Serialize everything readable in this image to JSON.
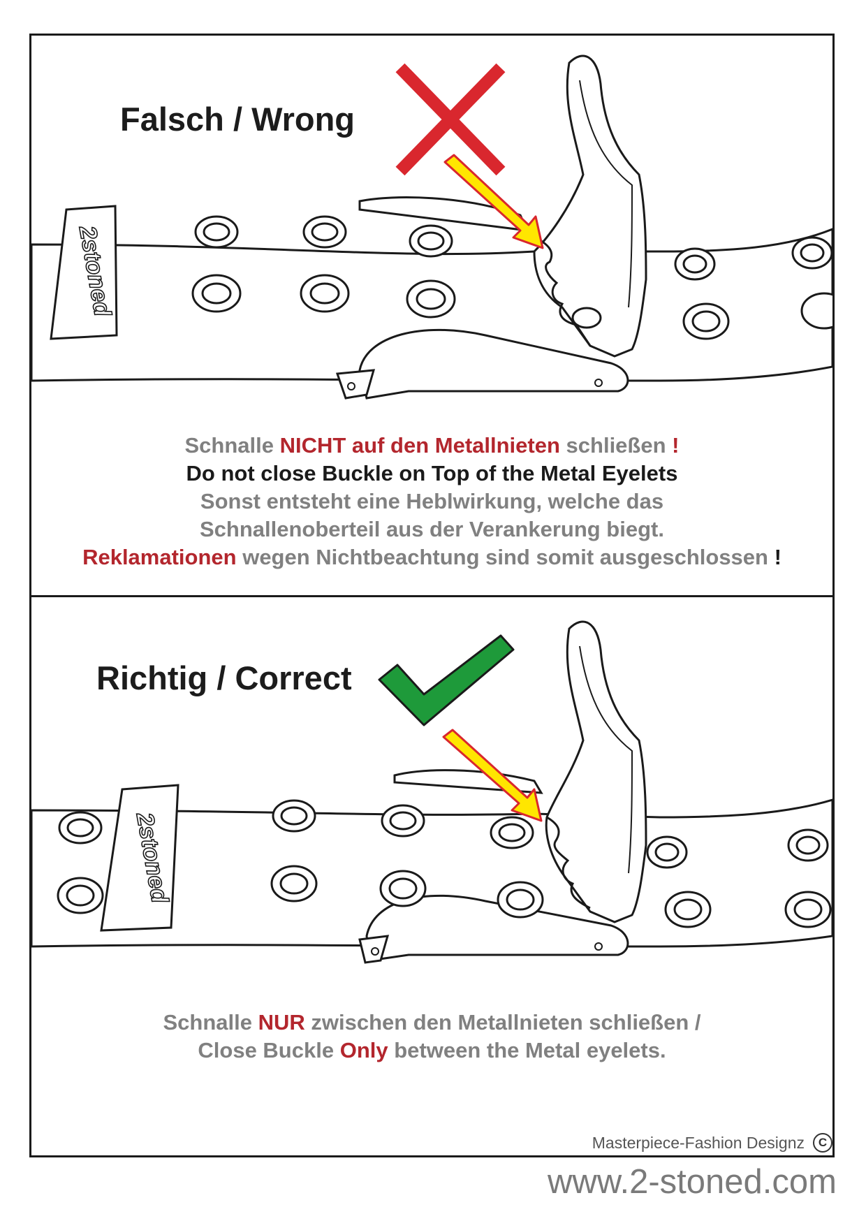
{
  "wrong": {
    "title": "Falsch / Wrong",
    "mark_icon": "red-x-icon",
    "mark_color": "#d9272e",
    "logo_text": "2stoned",
    "line1": {
      "a": "Schnalle ",
      "b": "NICHT auf den Metallnieten",
      "c": " schließen ",
      "d": "!"
    },
    "line2": "Do not close Buckle on Top of the Metal Eyelets",
    "line3": "Sonst entsteht eine Heblwirkung, welche das",
    "line4": "Schnallenoberteil aus der Verankerung biegt.",
    "line5": {
      "a": "Reklamationen",
      "b": " wegen Nichtbeachtung sind somit ausgeschlossen ",
      "c": "!"
    }
  },
  "correct": {
    "title": "Richtig / Correct",
    "mark_icon": "green-check-icon",
    "mark_color": "#1e9a3a",
    "logo_text": "2stoned",
    "line1": {
      "a": "Schnalle ",
      "b": "NUR",
      "c": " zwischen den Metallnieten schließen /"
    },
    "line2": {
      "a": "Close Buckle ",
      "b": "Only",
      "c": " between the Metal eyelets."
    }
  },
  "colors": {
    "highlight_red": "#b3262d",
    "body_gray": "#808080",
    "arrow_fill": "#ffe600",
    "arrow_outline": "#d9272e"
  },
  "footer": {
    "copyright": "Masterpiece-Fashion Designz",
    "copyright_icon": "copyright-icon",
    "website": "www.2-stoned.com"
  }
}
